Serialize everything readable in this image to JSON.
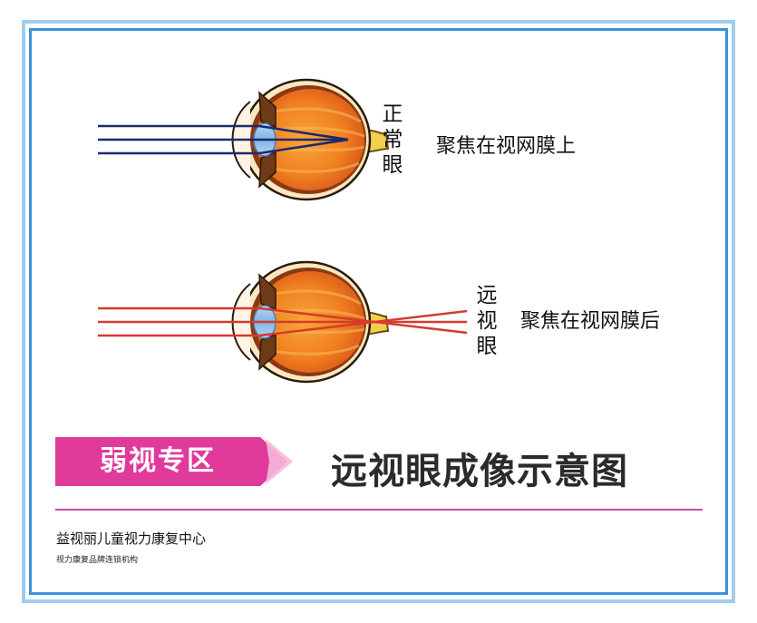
{
  "diagram": {
    "normal_eye": {
      "label": "正常眼",
      "description": "聚焦在视网膜上",
      "ray_color": "#1d2a6b"
    },
    "far_sighted_eye": {
      "label": "远视眼",
      "description": "聚焦在视网膜后",
      "ray_color": "#d63a2e"
    }
  },
  "banner": {
    "label": "弱视专区",
    "color": "#e03a9a"
  },
  "title": "远视眼成像示意图",
  "footer": {
    "org_name": "益视丽儿童视力康复中心",
    "org_subtitle": "视力康复品牌连锁机构"
  },
  "colors": {
    "frame_outer": "#9fcdf1",
    "frame_inner": "#3a93dc",
    "divider": "#c84aa3"
  }
}
